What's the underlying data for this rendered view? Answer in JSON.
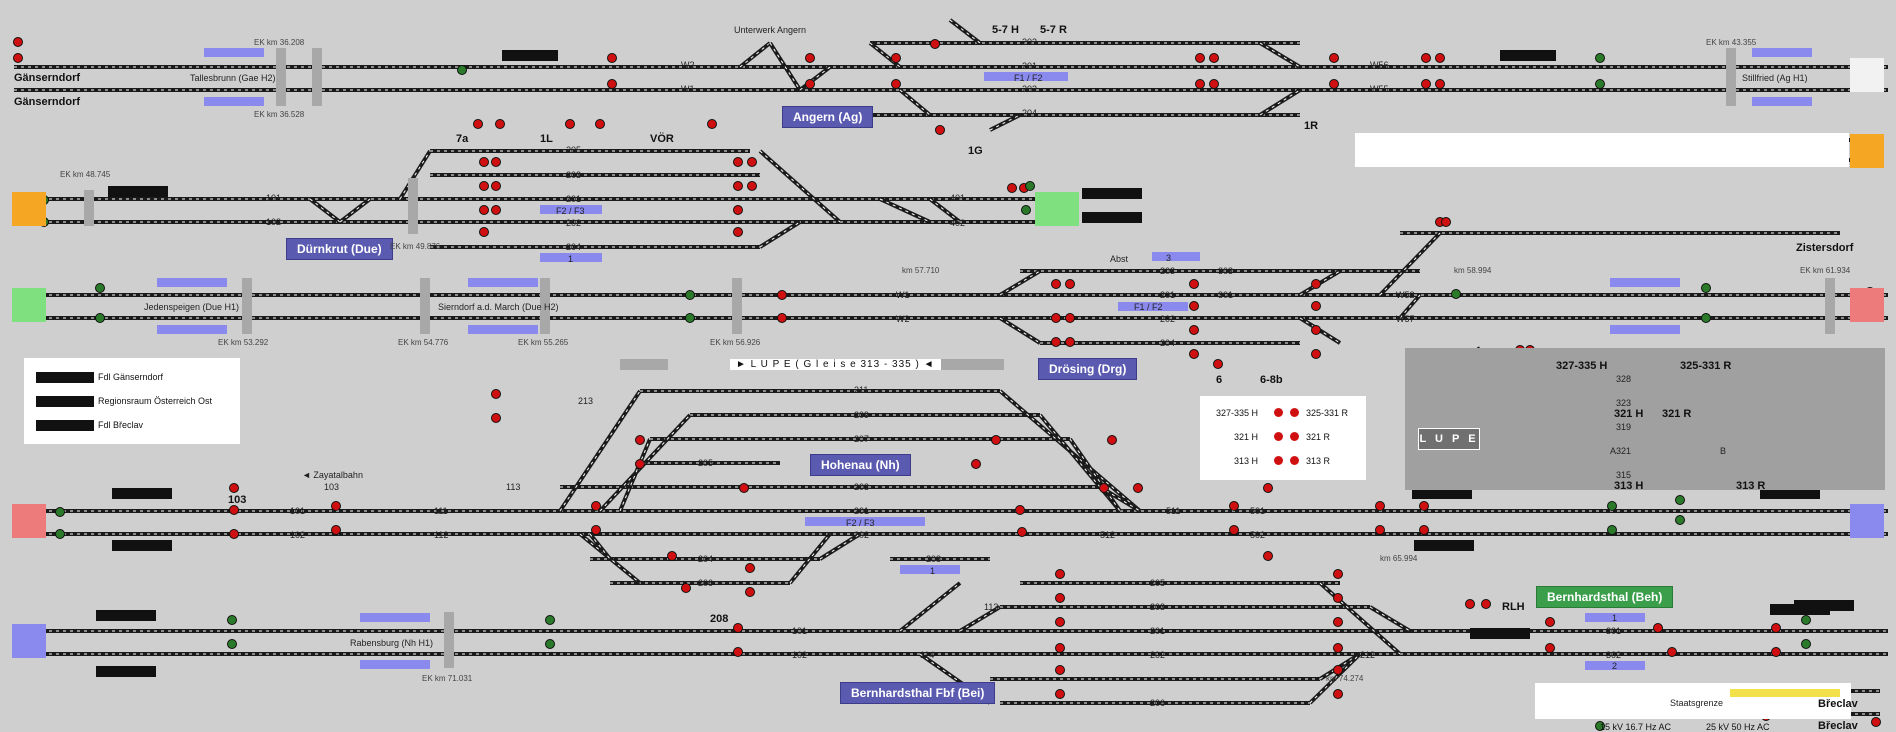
{
  "colors": {
    "background": "#cfcfcf",
    "track": "#1a1a1a",
    "platform": "#8a8aee",
    "station_label": "#5a5ab0",
    "station_label_green": "#3b9e4b",
    "end_orange": "#f5a623",
    "end_green": "#7ee07e",
    "end_red": "#ee7b7b",
    "end_blue": "#8a8aee",
    "signal_red": "#d01010",
    "signal_green": "#2a7a2a"
  },
  "stations": {
    "angern": "Angern (Ag)",
    "duernkrut": "Dürnkrut (Due)",
    "droesing": "Drösing (Drg)",
    "hohenau": "Hohenau (Nh)",
    "bernhardsthal": "Bernhardsthal (Beh)",
    "bernhardsthal_fbf": "Bernhardsthal Fbf (Bei)"
  },
  "place_labels": {
    "gaenserndorf_1": "Gänserndorf",
    "gaenserndorf_2": "Gänserndorf",
    "tallesbrunn": "Tallesbrunn  (Gae H2)",
    "stillfried": "Stillfried  (Ag H1)",
    "jedenspeigen": "Jedenspeigen  (Due H1)",
    "sierndorf": "Sierndorf a.d. March  (Due H2)",
    "rabensburg": "Rabensburg  (Nh H1)",
    "zistersdorf": "Zistersdorf",
    "zayatalbahn": "◄  Zayatalbahn",
    "unterwerk": "Unterwerk Angern",
    "abst": "Abst",
    "staatsgrenze": "Staatsgrenze",
    "breclav_1": "Břeclav",
    "breclav_2": "Břeclav"
  },
  "km_labels": {
    "k1": "EK km 36.208",
    "k2": "EK km 36.528",
    "k3": "EK km 43.355",
    "k4": "EK km 48.745",
    "k5": "EK km 49.876",
    "k6": "km 57.710",
    "k7": "km 58.994",
    "k8": "EK km 61.934",
    "k9": "EK km 53.292",
    "k10": "EK km 54.776",
    "k11": "EK km 55.265",
    "k12": "EK km 56.926",
    "k13": "km 65.994",
    "k14": "EK km 71.031",
    "k15": "km 74.274"
  },
  "track_labels": {
    "w2": "W2",
    "w1": "W1",
    "w56": "W56",
    "w55": "W55",
    "t101a": "101",
    "t102a": "102",
    "t201a": "201",
    "t202a": "202",
    "t203a": "203",
    "t204a": "204",
    "t205a": "205",
    "t401": "401",
    "t402": "402",
    "w1b": "W1",
    "w2b": "W2",
    "w52": "W52",
    "w57": "W57",
    "t303": "303",
    "t301": "301",
    "t201b": "201",
    "t202b": "202",
    "t203b": "203",
    "t204b": "204",
    "t213": "213",
    "t211": "211",
    "t209": "209",
    "t207": "207",
    "t205b": "205",
    "t203c": "203",
    "t201c": "201",
    "t202c": "202",
    "t204c": "204",
    "t206c": "206",
    "t208c": "208",
    "t101c": "101",
    "t102c": "102",
    "t103": "103",
    "t111": "111",
    "t112": "112",
    "t113": "113",
    "t501": "501",
    "t502": "502",
    "t511": "511",
    "t512": "512",
    "t328": "328",
    "t323": "323",
    "t319": "319",
    "t315": "315",
    "t321": "321",
    "t201d": "201",
    "t202d": "202",
    "t203d": "203",
    "t205d": "205",
    "t206d": "206",
    "t101d": "101",
    "t102d": "102",
    "t113d": "113",
    "t114": "114",
    "t212": "212",
    "t301d": "301",
    "t302d": "302",
    "g1": "1",
    "g2": "2",
    "g1b": "1",
    "g3": "3",
    "g1c": "1",
    "f1f2a": "F1 / F2",
    "f2f3": "F2 / F3",
    "f1f2b": "F1 / F2",
    "f2f3b": "F2 / F3",
    "a": "A",
    "b": "B"
  },
  "big_labels": {
    "l57h": "5-7 H",
    "l57r": "5-7 R",
    "l1r": "1R",
    "l1g": "1G",
    "l7a": "7a",
    "l1l": "1L",
    "lvoer": "VÖR",
    "l6": "6",
    "l68b": "6-8b",
    "l103": "103",
    "l208": "208",
    "lrlh": "RLH",
    "l327h": "327-335 H",
    "l325r": "325-331 R",
    "l321h": "321 H",
    "l321r": "321 R",
    "l313h": "313 H",
    "l313r": "313 R"
  },
  "lupe": {
    "title": "►  L U P E  ( G l e i s e   313  -  335 )  ◄",
    "tag": "L U P E",
    "legend": [
      {
        "h": "327-335 H",
        "r": "325-331 R"
      },
      {
        "h": "321 H",
        "r": "321 R"
      },
      {
        "h": "313 H",
        "r": "313 R"
      }
    ]
  },
  "legend": {
    "items": [
      "Fdl Gänserndorf",
      "Regionsraum Österreich Ost",
      "Fdl Břeclav"
    ]
  },
  "power": {
    "left": "15 kV  16.7 Hz AC",
    "right": "25 kV  50 Hz AC"
  }
}
